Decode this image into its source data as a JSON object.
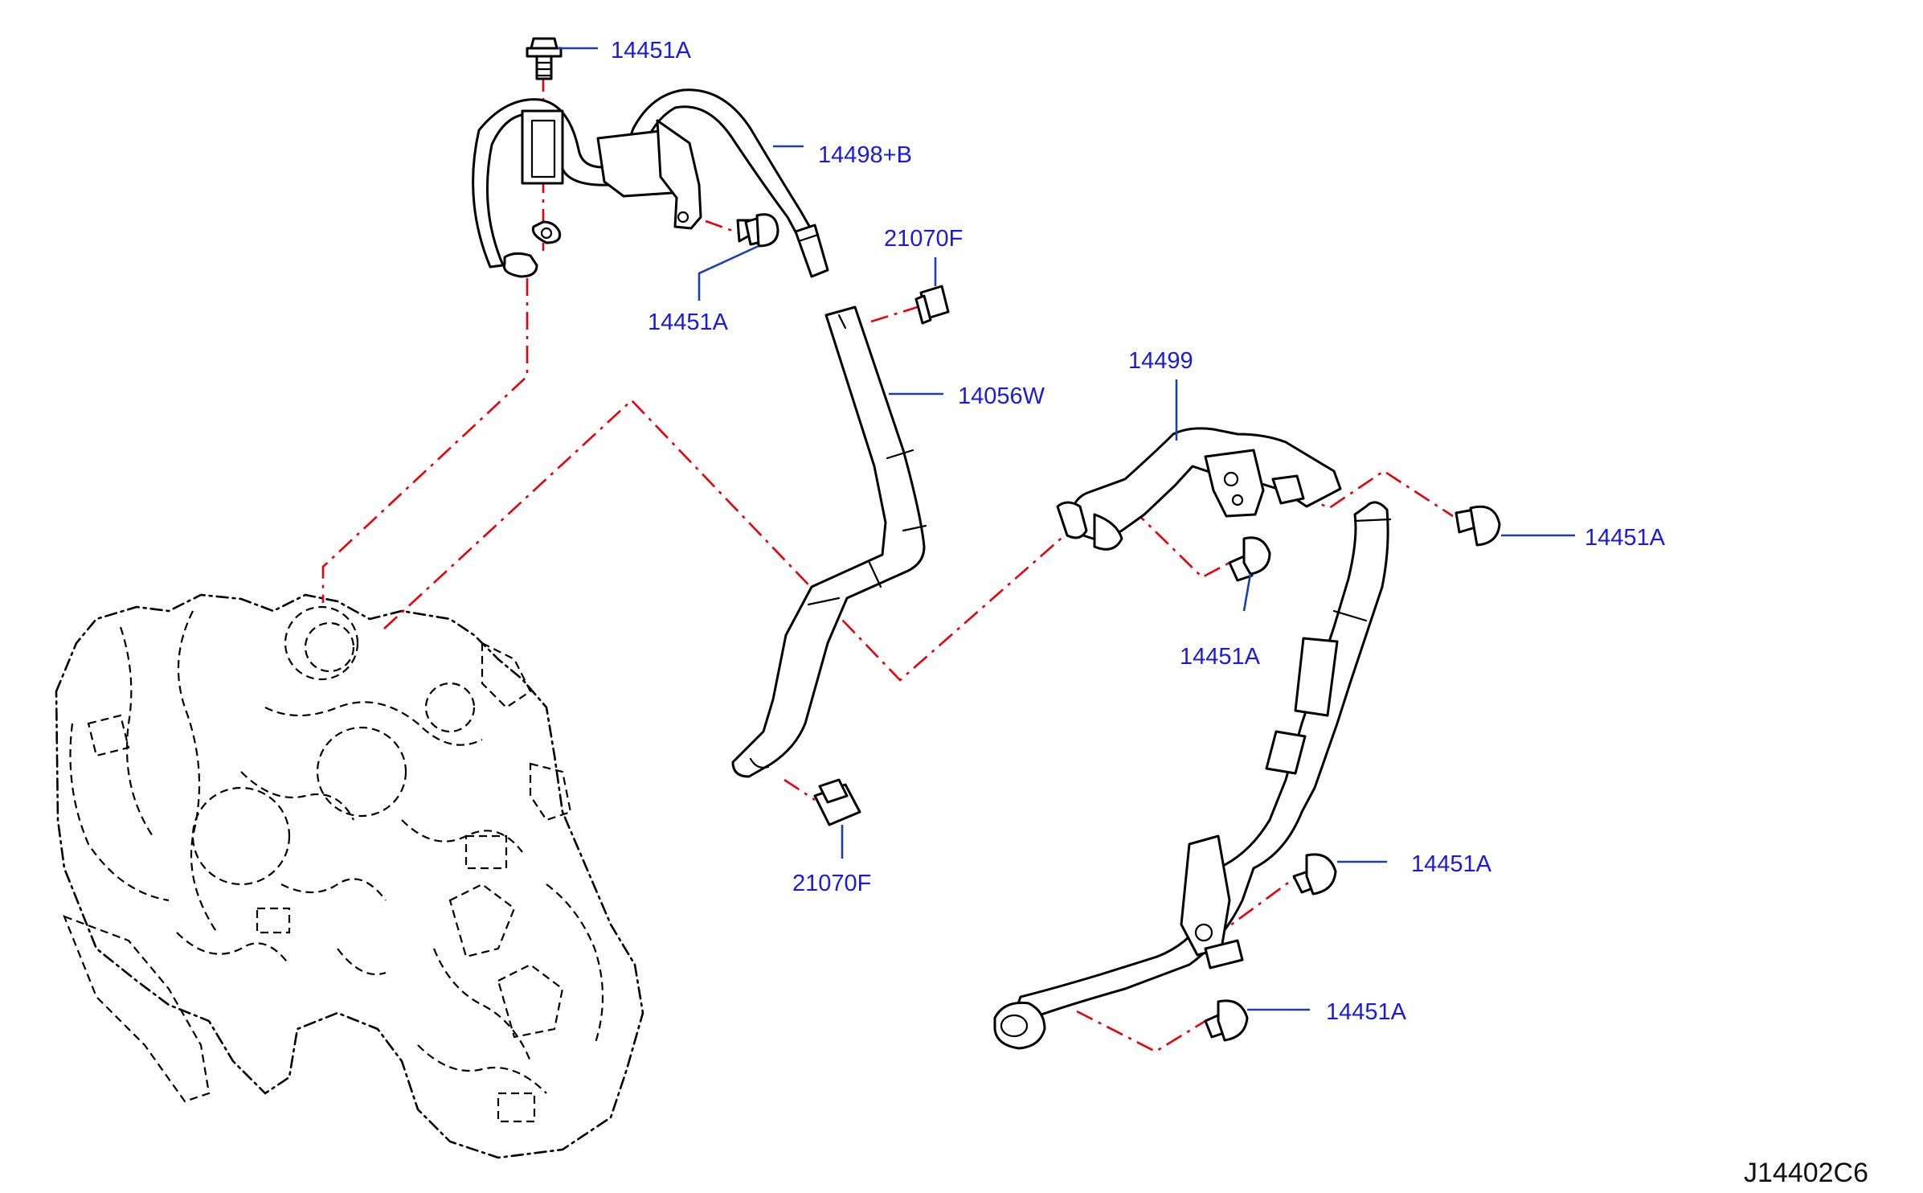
{
  "diagram": {
    "reference_code": "J14402C6",
    "callouts": {
      "bolt_top": "14451A",
      "heater_pipe_upper": "14498+B",
      "bolt_upper_bracket": "14451A",
      "clamp_upper": "21070F",
      "hose_14056w": "14056W",
      "clamp_lower": "21070F",
      "heater_pipe_right": "14499",
      "bolt_right_top": "14451A",
      "bolt_right_mid": "14451A",
      "bolt_lower_right": "14451A",
      "bolt_bottom_right": "14451A"
    },
    "colors": {
      "label": "#1a1adc",
      "leader": "#1d3fae",
      "guide": "#e8000b",
      "outline": "#000000"
    }
  }
}
